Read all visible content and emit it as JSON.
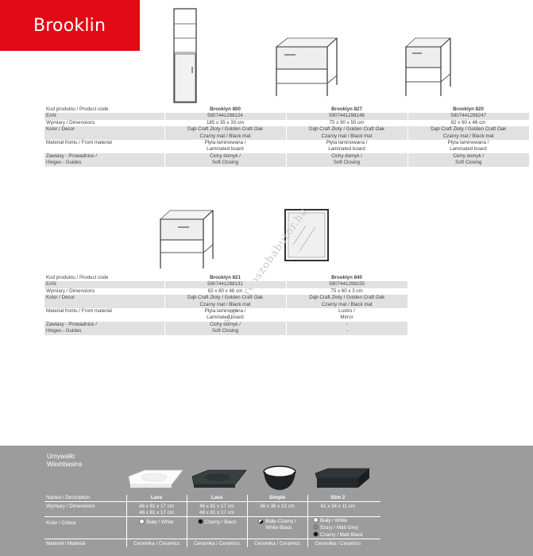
{
  "brand": {
    "title": "Brooklin"
  },
  "labels": {
    "code": "Kod produktu / Product code",
    "ean": "EAN",
    "dims": "Wymiary / Dimensions",
    "decor": "Kolor / Decor",
    "front1": "Materiał frontu / Front material",
    "hinges1": "Zawiasy - Prowadnice /",
    "hinges2": "Hinges - Guides"
  },
  "table1": {
    "products": [
      {
        "code": "Brooklyn 800",
        "ean": "5907441298124",
        "dims": "185 x 35 x 33 cm",
        "decor1": "Dąb Craft Złoty / Golden Craft Oak",
        "decor2": "Czarny mat / Black mat",
        "front1": "Płyta laminowana /",
        "front2": "Laminated board",
        "hinge1": "Cichy domyk /",
        "hinge2": "Soft Closing"
      },
      {
        "code": "Brooklyn 827",
        "ean": "5907441298148",
        "dims": "75 x 90 x 50 cm",
        "decor1": "Dąb Craft Złoty / Golden Craft Oak",
        "decor2": "Czarny mat / Black mat",
        "front1": "Płyta laminowana /",
        "front2": "Laminated board",
        "hinge1": "Cichy domyk /",
        "hinge2": "Soft Closing"
      },
      {
        "code": "Brooklyn 820",
        "ean": "5907441298247",
        "dims": "82 x 60 x 46 cm",
        "decor1": "Dąb Craft Złoty / Golden Craft Oak",
        "decor2": "Czarny mat / Black mat",
        "front1": "Płyta laminowana /",
        "front2": "Laminated board",
        "hinge1": "Cichy domyk /",
        "hinge2": "Soft Closing"
      }
    ]
  },
  "table2": {
    "products": [
      {
        "code": "Brooklyn 821",
        "ean": "5907441298131",
        "dims": "82 x 80 x 46 cm",
        "decor1": "Dąb Craft Złoty / Golden Craft Oak",
        "decor2": "Czarny mat / Black mat",
        "front1": "Płyta laminowana /",
        "front2": "Laminated board",
        "hinge1": "Cichy domyk /",
        "hinge2": "Soft Closing"
      },
      {
        "code": "Brooklyn 840",
        "ean": "5907441298155",
        "dims": "75 x 60 x 3 cm",
        "decor1": "Dąb Craft Złoty / Golden Craft Oak",
        "decor2": "Czarny mat / Black mat",
        "front1": "Lustro /",
        "front2": "Mirror",
        "hinge1": "-",
        "hinge2": "-"
      }
    ]
  },
  "watermark": "www.furdoszobabutor.hu",
  "washbasins": {
    "title1": "Umywalki",
    "title2": "Washbasins",
    "labels": {
      "name": "Nazwa / Description",
      "dims": "Wymiary / Dimensions",
      "colour": "Kolor / Colour",
      "material": "Materiał / Material"
    },
    "items": [
      {
        "name": "Lava",
        "dims1": "46 x 61 x 17 cm",
        "dims2": "46 x 81 x 17 cm",
        "colour1": "Biały / White",
        "colour2": "",
        "colour3": "",
        "material": "Ceramika / Ceramics"
      },
      {
        "name": "Lava",
        "dims1": "46 x 61 x 17 cm",
        "dims2": "46 x 81 x 17 cm",
        "colour1": "Czarny / Black",
        "colour2": "",
        "colour3": "",
        "material": "Ceramika / Ceramics"
      },
      {
        "name": "Simple",
        "dims1": "36 x 36 x 13 cm",
        "dims2": "",
        "colour1": "Biały-Czarny /",
        "colour2": "White-Black",
        "colour3": "",
        "material": "Ceramika / Ceramics"
      },
      {
        "name": "Slim 2",
        "dims1": "61 x 34 x 11 cm",
        "dims2": "",
        "colour1": "Biały / White",
        "colour2": "Szary / Matt Grey",
        "colour3": "Czarny / Matt Black",
        "material": "Ceramika / Ceramics"
      }
    ]
  },
  "colors": {
    "brand_red": "#e20a17",
    "band_grey": "#9c9c9c",
    "row_grey": "#e1e1e1"
  }
}
